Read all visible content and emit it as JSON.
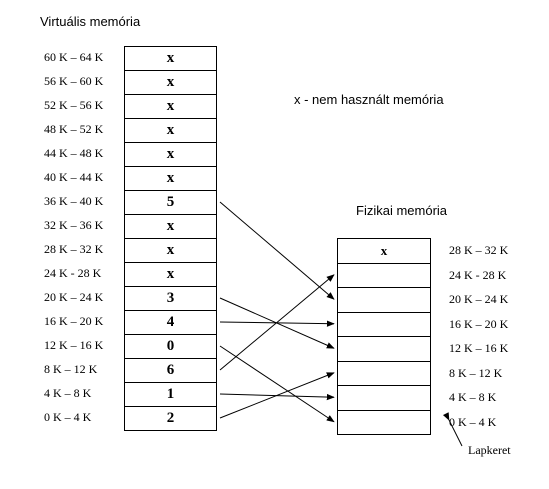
{
  "virtual": {
    "title": "Virtuális memória",
    "ranges": [
      "60 K – 64 K",
      "56 K – 60 K",
      "52 K – 56 K",
      "48 K – 52 K",
      "44 K – 48 K",
      "40 K – 44 K",
      "36 K – 40 K",
      "32 K – 36 K",
      "28 K – 32 K",
      "24 K  - 28 K",
      "20 K – 24 K",
      "16 K – 20 K",
      "12 K – 16 K",
      "8 K – 12 K",
      "4 K – 8 K",
      "0 K – 4 K"
    ],
    "cells": [
      "x",
      "x",
      "x",
      "x",
      "x",
      "x",
      "5",
      "x",
      "x",
      "x",
      "3",
      "4",
      "0",
      "6",
      "1",
      "2"
    ]
  },
  "legend": "x - nem használt memória",
  "physical": {
    "title": "Fizikai memória",
    "ranges": [
      "28 K – 32 K",
      "24 K  - 28 K",
      "20 K – 24 K",
      "16 K – 20 K",
      "12 K – 16 K",
      "8 K – 12 K",
      "4 K – 8 K",
      "0 K – 4 K"
    ],
    "cells": [
      "x",
      "",
      "",
      "",
      "",
      "",
      "",
      ""
    ]
  },
  "frame_label": "Lapkeret",
  "mappings": [
    {
      "virtual": "36 K – 40 K",
      "physical": "20 K – 24 K"
    },
    {
      "virtual": "20 K – 24 K",
      "physical": "12 K – 16 K"
    },
    {
      "virtual": "16 K – 20 K",
      "physical": "16 K – 20 K"
    },
    {
      "virtual": "12 K – 16 K",
      "physical": "0 K – 4 K"
    },
    {
      "virtual": "8 K – 12 K",
      "physical": "24 K  - 28 K"
    },
    {
      "virtual": "4 K – 8 K",
      "physical": "4 K – 8 K"
    },
    {
      "virtual": "0 K – 4 K",
      "physical": "8 K – 12 K"
    }
  ]
}
